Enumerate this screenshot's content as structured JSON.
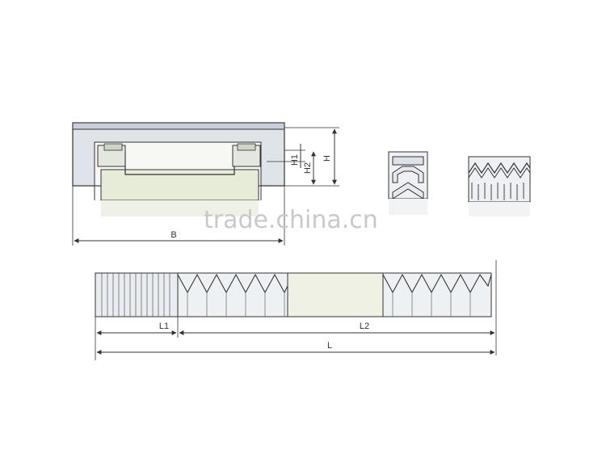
{
  "labels": {
    "B": "B",
    "H": "H",
    "H1": "H1",
    "H2": "H2",
    "L": "L",
    "L1": "L1",
    "L2": "L2"
  },
  "watermark": "trade.china.cn",
  "colors": {
    "stroke": "#333333",
    "frame_fill": "#dfe3ea",
    "inner_fill": "#f6f6f1",
    "body_fill": "#e7ecd9",
    "fold_fill": "#e9edf2"
  }
}
